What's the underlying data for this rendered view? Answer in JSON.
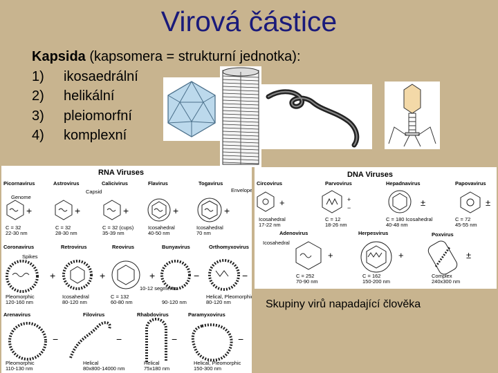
{
  "title": "Virová částice",
  "capsid": {
    "lead": "Kapsida",
    "rest": " (kapsomera = strukturní jednotka):",
    "items": [
      {
        "num": "1)",
        "label": "ikosaedrální"
      },
      {
        "num": "2)",
        "label": "helikální"
      },
      {
        "num": "3)",
        "label": "pleiomorfní"
      },
      {
        "num": "4)",
        "label": "komplexní"
      }
    ]
  },
  "rna_panel": {
    "title": "RNA Viruses",
    "families": [
      "Picornavirus",
      "Astrovirus",
      "Calicivirus",
      "Flavirus",
      "Togavirus",
      "Coronavirus",
      "Retrovirus",
      "Reovirus",
      "Bunyavirus",
      "Orthomyxovirus",
      "Arenavirus",
      "Filovirus",
      "Rhabdovirus",
      "Paramyxovirus"
    ],
    "labels": {
      "genome": "Genome",
      "capsid": "Capsid",
      "envelope": "Envelope",
      "spikes": "Spikes",
      "segments": "10-12 segments",
      "picorna_info": [
        "C = 32",
        "22-30 nm"
      ],
      "astro_info": [
        "C = 32",
        "28-30 nm"
      ],
      "calici_info": [
        "C = 32 (cups)",
        "35-39 nm"
      ],
      "flavi_info": [
        "Icosahedral",
        "40-50 nm"
      ],
      "toga_info": [
        "Icosahedral",
        "70 nm"
      ],
      "corona_info": [
        "Pleomorphic",
        "120-160 nm"
      ],
      "retro_info": [
        "Icosahedral",
        "80-120 nm"
      ],
      "reo_info": [
        "C = 132",
        "60-80 nm"
      ],
      "bunya_info": [
        "90-120 nm"
      ],
      "orthomyxo_info": [
        "Helical, Pleomorphic",
        "80-120 nm"
      ],
      "arena_info": [
        "Pleomorphic",
        "110-130 nm"
      ],
      "filo_info": [
        "Helical",
        "80x800-14000 nm"
      ],
      "rhabdo_info": [
        "Helical",
        "75x180 nm"
      ],
      "paramyxo_info": [
        "Helical, Pleomorphic",
        "150-300 nm"
      ]
    }
  },
  "dna_panel": {
    "title": "DNA Viruses",
    "families": [
      "Circovirus",
      "Parvovirus",
      "Hepadnavirus",
      "Papovavirus",
      "Adenovirus",
      "Herpesvirus",
      "Poxvirus"
    ],
    "labels": {
      "circo_info": [
        "Icosahedral",
        "17-22 nm"
      ],
      "parvo_info": [
        "C = 12",
        "18-26 nm"
      ],
      "hepadna_info": [
        "C = 180 Icosahedral",
        "40-48 nm"
      ],
      "papova_info": [
        "C = 72",
        "45-55 nm"
      ],
      "adeno_sub": "Icosahedral",
      "adeno_info": [
        "C = 252",
        "70-90 nm"
      ],
      "herpes_info": [
        "C = 162",
        "150-200 nm"
      ],
      "pox_info": [
        "Complex",
        "240x300 nm"
      ],
      "plus": "+",
      "minus": "−",
      "plusminus": "±"
    }
  },
  "caption": "Skupiny virů napadající člověka",
  "colors": {
    "background": "#c8b48f",
    "title": "#1a1a7a"
  }
}
